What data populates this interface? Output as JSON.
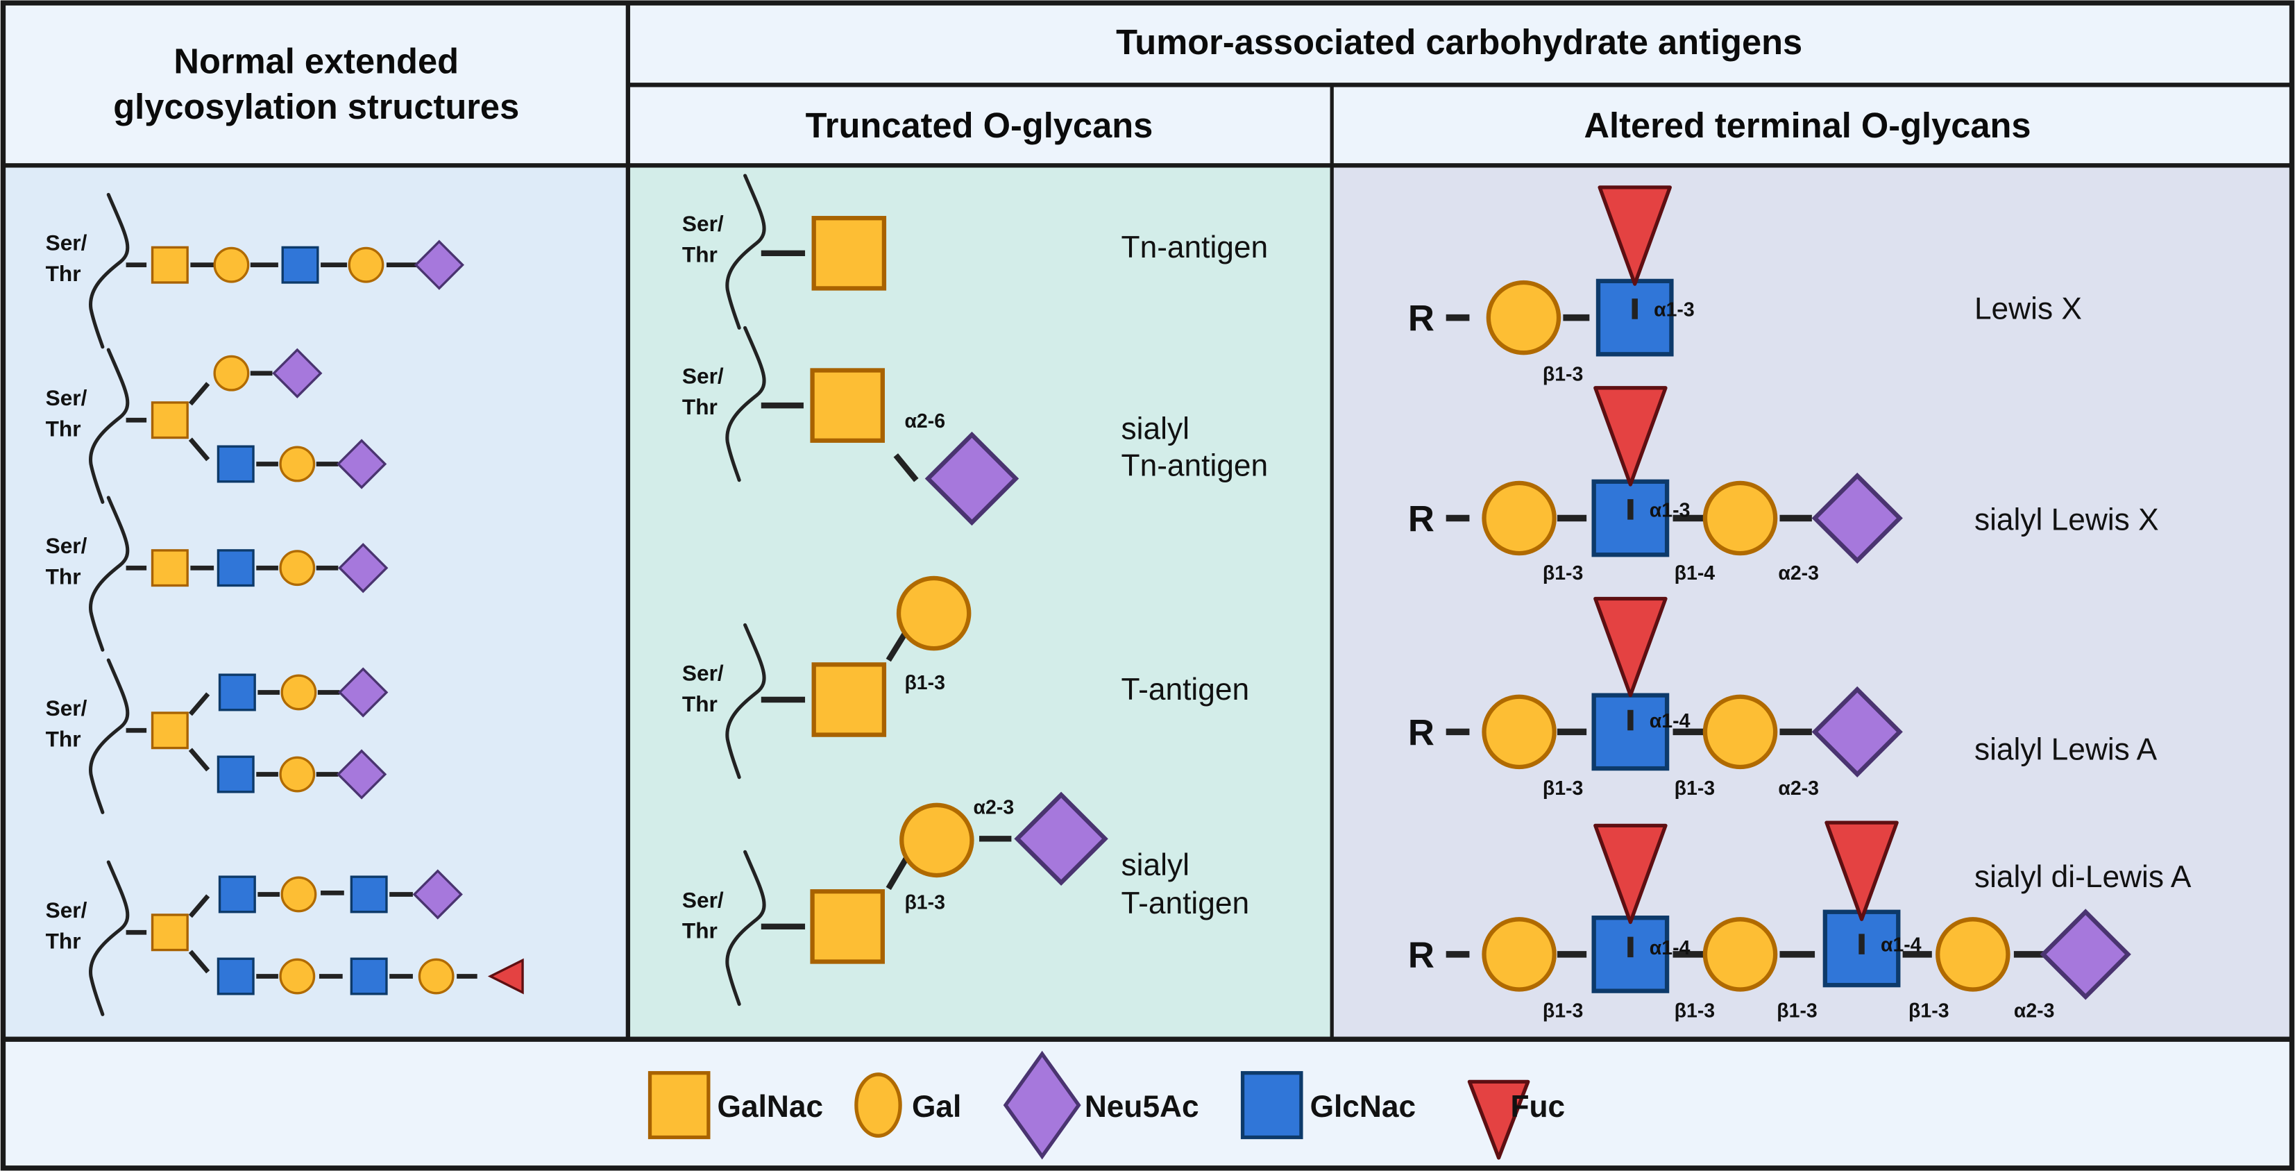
{
  "colors": {
    "border": "#1a1a1a",
    "header_bg": "#edf4fc",
    "panel_normal_bg": "#deebf8",
    "panel_truncated_bg": "#d3ede9",
    "panel_altered_bg": "#dde1ef",
    "legend_bg": "#edf4fc",
    "bond": "#222222",
    "galnac_fill": "#fdbe34",
    "galnac_stroke": "#a86200",
    "gal_fill": "#fdbe34",
    "gal_stroke": "#b06a00",
    "neu5ac_fill": "#a678dc",
    "neu5ac_stroke": "#4a3470",
    "glcnac_fill": "#3076d8",
    "glcnac_stroke": "#0d3a6a",
    "fuc_fill": "#e44242",
    "fuc_stroke": "#5e0f12"
  },
  "headers": {
    "normal": [
      "Normal extended",
      "glycosylation structures"
    ],
    "tumor": "Tumor-associated carbohydrate antigens",
    "truncated": "Truncated O-glycans",
    "altered": "Altered terminal O-glycans"
  },
  "amino_acid_label": [
    "Ser/",
    "Thr"
  ],
  "reducing_end_label": "R",
  "normal_structures": [
    {
      "name": "linear-galnac-gal-glcnac-gal-neu5ac"
    },
    {
      "name": "core2-branch-gal-neu5ac-and-glcnac-gal-neu5ac"
    },
    {
      "name": "linear-galnac-glcnac-gal-neu5ac"
    },
    {
      "name": "biantennary-glcnac-gal-neu5ac"
    },
    {
      "name": "extended-biantennary-with-fucose"
    }
  ],
  "truncated_structures": [
    {
      "label": [
        "Tn-antigen"
      ],
      "linkages": []
    },
    {
      "label": [
        "sialyl",
        "Tn-antigen"
      ],
      "linkages": [
        "α2-6"
      ]
    },
    {
      "label": [
        "T-antigen"
      ],
      "linkages": [
        "β1-3"
      ]
    },
    {
      "label": [
        "sialyl",
        "T-antigen"
      ],
      "linkages": [
        "β1-3",
        "α2-3"
      ]
    }
  ],
  "altered_structures": [
    {
      "label": "Lewis X",
      "fuc_linkages": [
        "α1-3"
      ],
      "chain_linkages": [
        "β1-3"
      ]
    },
    {
      "label": "sialyl Lewis X",
      "fuc_linkages": [
        "α1-3"
      ],
      "chain_linkages": [
        "β1-3",
        "β1-4",
        "α2-3"
      ]
    },
    {
      "label": "sialyl Lewis A",
      "fuc_linkages": [
        "α1-4"
      ],
      "chain_linkages": [
        "β1-3",
        "β1-3",
        "α2-3"
      ]
    },
    {
      "label": "sialyl di-Lewis A",
      "fuc_linkages": [
        "α1-4",
        "α1-4"
      ],
      "chain_linkages": [
        "β1-3",
        "β1-3",
        "β1-3",
        "β1-3",
        "α2-3"
      ]
    }
  ],
  "legend": [
    {
      "symbol": "galnac-square",
      "label": "GalNac"
    },
    {
      "symbol": "gal-circle",
      "label": "Gal"
    },
    {
      "symbol": "neu5ac-diamond",
      "label": "Neu5Ac"
    },
    {
      "symbol": "glcnac-square",
      "label": "GlcNac"
    },
    {
      "symbol": "fuc-triangle",
      "label": "Fuc"
    }
  ]
}
